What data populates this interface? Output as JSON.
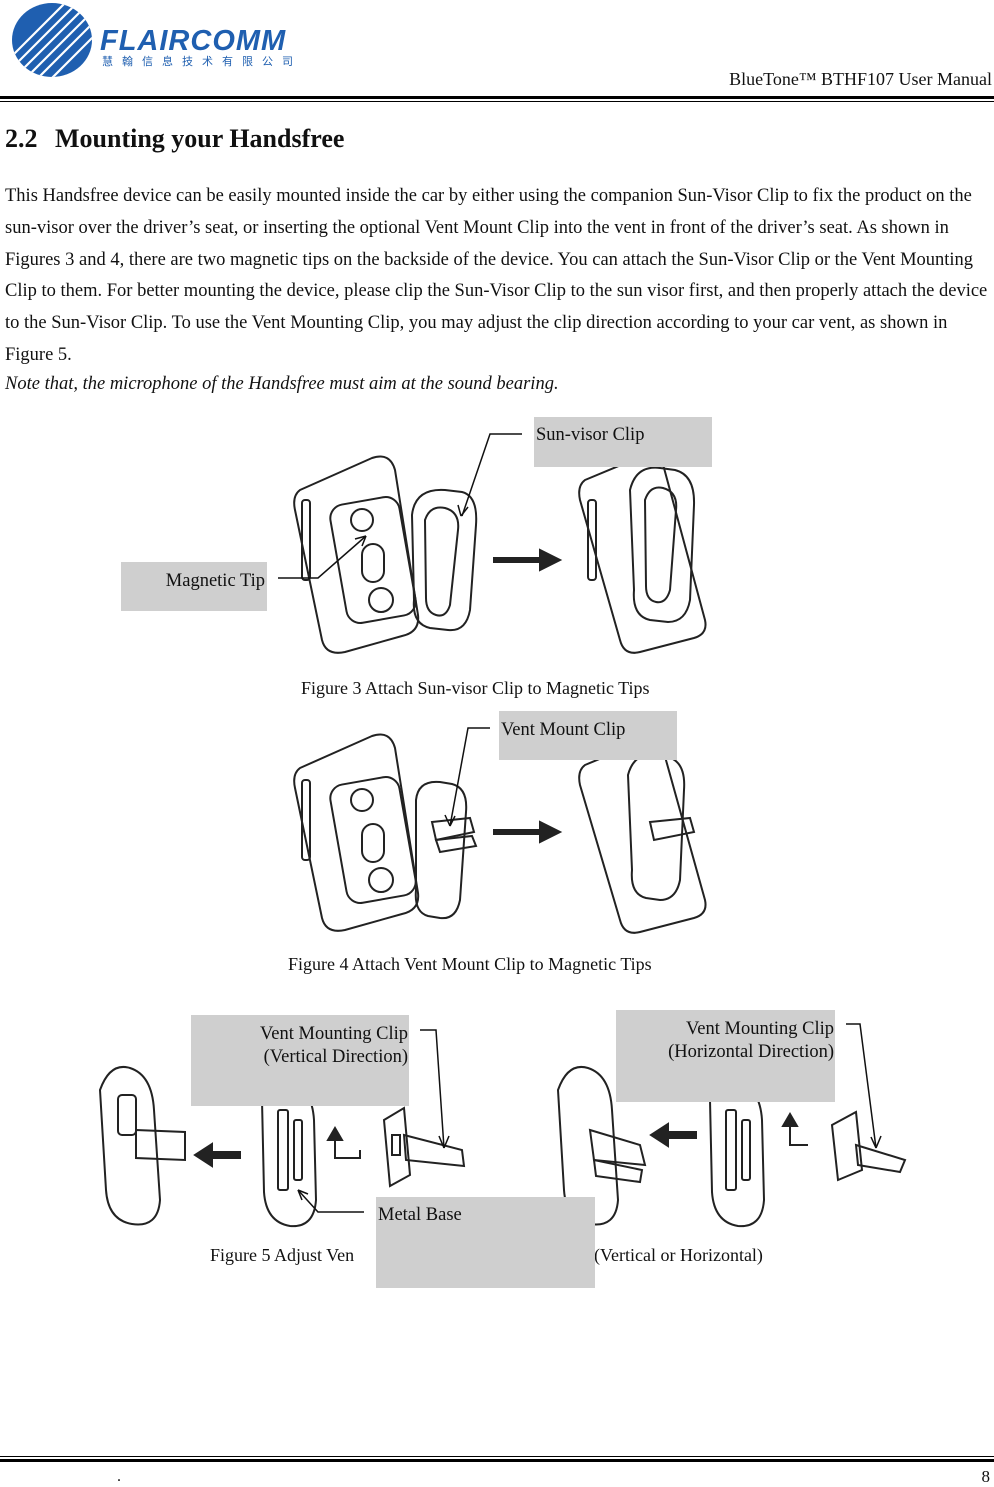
{
  "header": {
    "logo_text": "FLAIRCOMM",
    "logo_subtext": "慧翰信息技术有限公司",
    "doc_title": "BlueTone™ BTHF107 User Manual"
  },
  "section": {
    "number": "2.2",
    "title": "Mounting your Handsfree",
    "body": "This Handsfree device can be easily mounted inside the car by either using the companion Sun-Visor Clip to fix the product on the sun-visor over the driver’s seat, or inserting the optional Vent Mount Clip into the vent in front of the driver’s seat. As shown in Figures 3 and 4, there are two magnetic tips on the backside of the device. You can attach the Sun-Visor Clip or the Vent Mounting Clip to them. For better mounting the device, please clip the Sun-Visor Clip to the sun visor first, and then properly attach the device to the Sun-Visor Clip. To use the Vent Mounting Clip, you may adjust the clip direction according to your car vent, as shown in Figure 5.",
    "note": "Note that, the microphone of the Handsfree must aim at the sound bearing."
  },
  "figure3": {
    "caption": "Figure 3 Attach Sun-visor Clip to Magnetic Tips",
    "callout_clip": "Sun-visor Clip",
    "callout_tip": "Magnetic Tip"
  },
  "figure4": {
    "caption": "Figure 4  Attach Vent Mount Clip to Magnetic Tips",
    "callout_clip": "Vent Mount Clip"
  },
  "figure5": {
    "caption_left": "Figure 5 Adjust Ven",
    "caption_right": "(Vertical or Horizontal)",
    "callout_vertical_1": "Vent Mounting Clip",
    "callout_vertical_2": "(Vertical Direction)",
    "callout_horizontal_1": "Vent Mounting Clip",
    "callout_horizontal_2": "(Horizontal Direction)",
    "callout_base": "Metal Base"
  },
  "footer": {
    "dot": ".",
    "page_number": "8"
  },
  "colors": {
    "brand_blue": "#1f5fb0",
    "callout_gray": "#cfcfcf"
  }
}
